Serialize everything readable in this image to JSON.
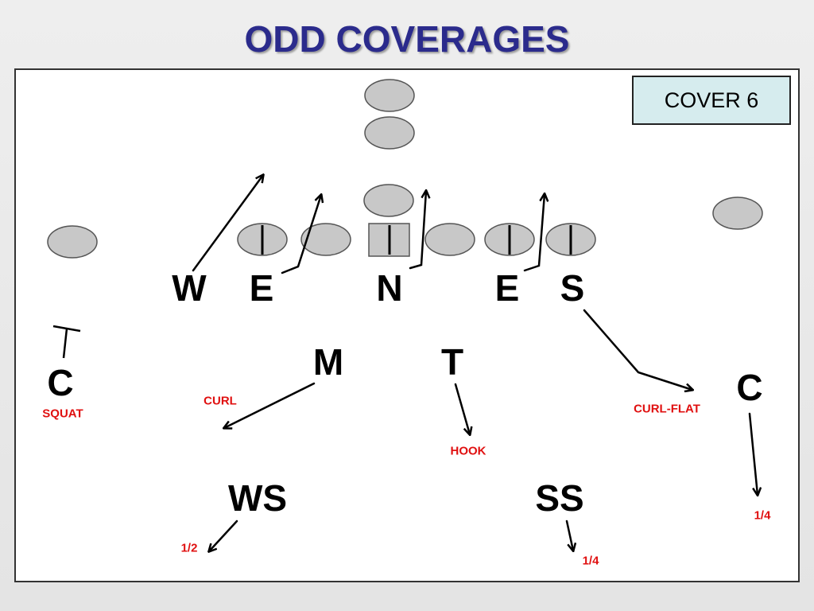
{
  "title": "ODD COVERAGES",
  "coverage_label": "COVER 6",
  "defenders": {
    "w": "W",
    "e_left": "E",
    "n": "N",
    "e_right": "E",
    "s": "S",
    "m": "M",
    "t": "T",
    "c_left": "C",
    "c_right": "C",
    "ws": "WS",
    "ss": "SS"
  },
  "assignments": {
    "squat": "SQUAT",
    "curl": "CURL",
    "hook": "HOOK",
    "curl_flat": "CURL-FLAT",
    "ws_depth": "1/2",
    "ss_depth": "1/4",
    "corner_depth": "1/4"
  },
  "colors": {
    "title": "#2b2b8c",
    "assignment_text": "#e01010",
    "offense_fill": "#c8c8c8",
    "coverage_box": "#d6ecee"
  }
}
